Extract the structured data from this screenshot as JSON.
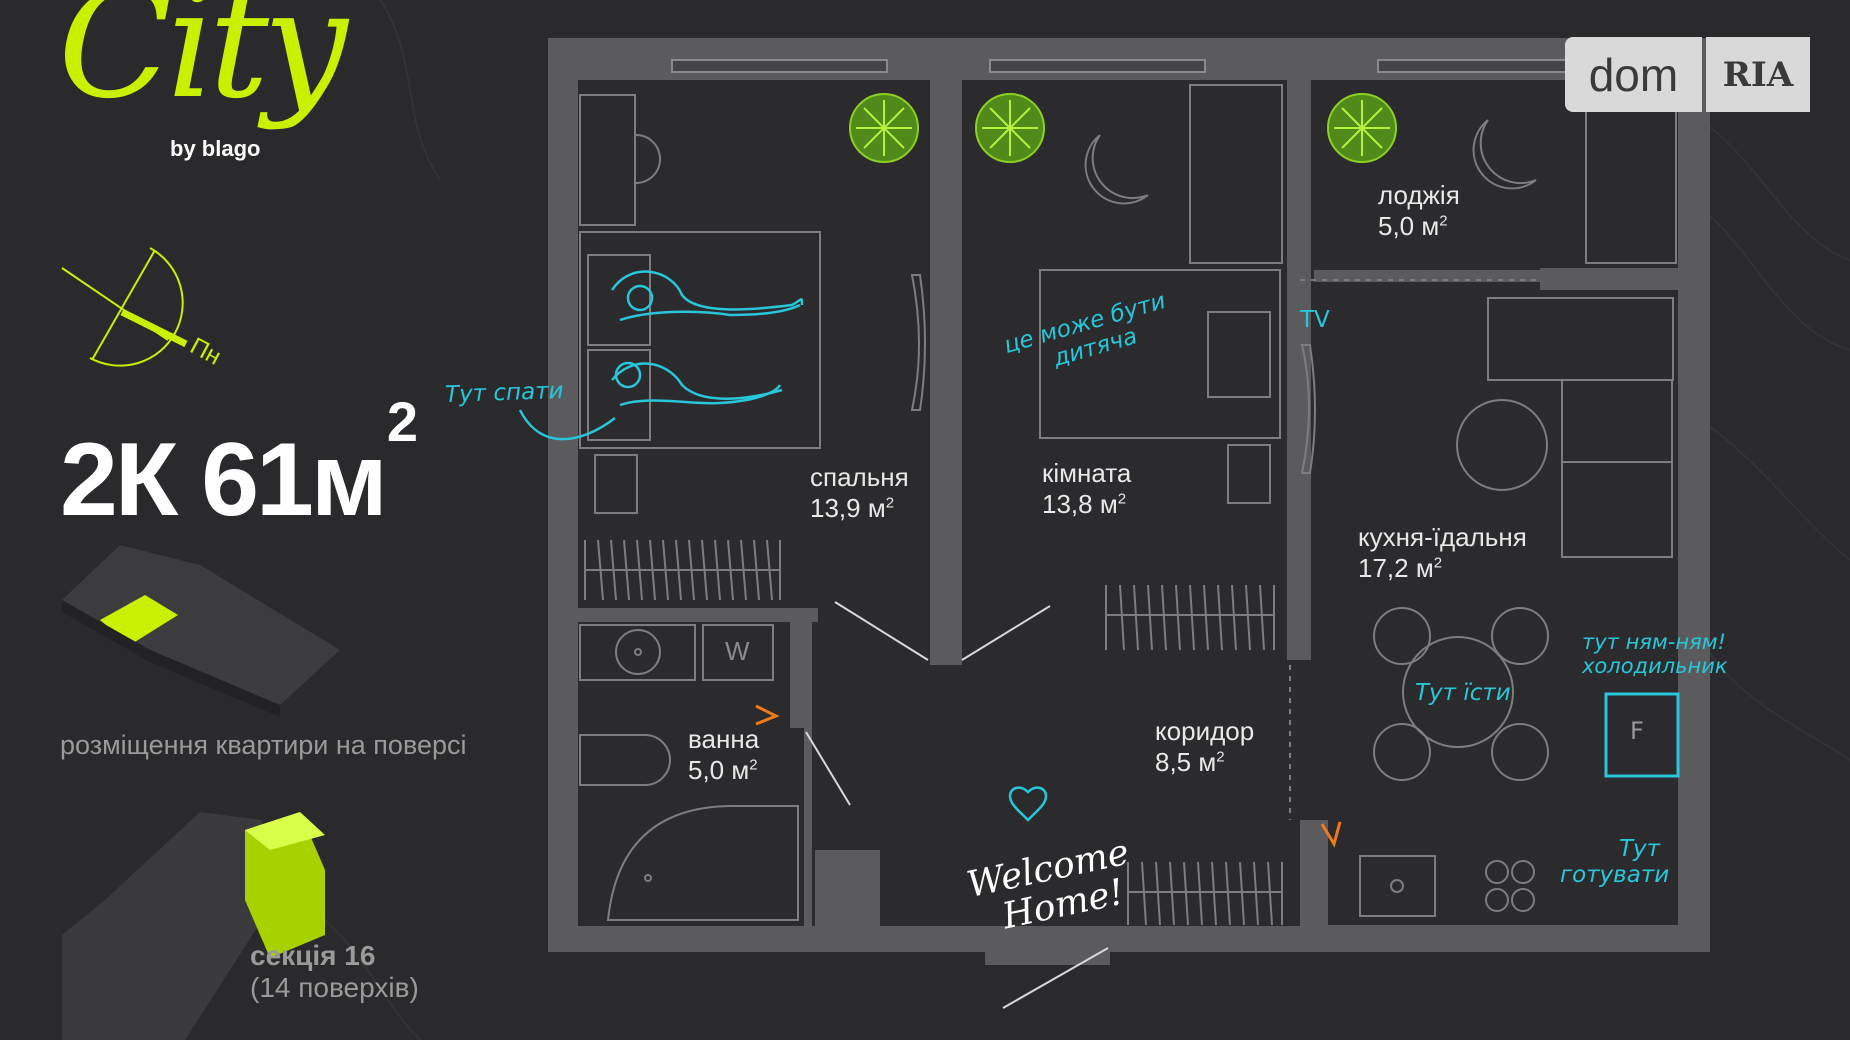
{
  "brand": {
    "logo_word": "City",
    "by_label": "by blago",
    "portal_dom": "dom",
    "portal_ria": "RIA"
  },
  "compass": {
    "north_label": "Пн"
  },
  "apartment": {
    "rooms_code": "2К 61м",
    "area_sup": "2"
  },
  "floor_position_label": "розміщення квартири на поверсі",
  "section": {
    "name": "секція 16",
    "floors": "(14 поверхів)"
  },
  "rooms": [
    {
      "id": "bedroom",
      "name": "спальня",
      "area": "13,9 м",
      "sup": "2"
    },
    {
      "id": "room",
      "name": "кімната",
      "area": "13,8 м",
      "sup": "2"
    },
    {
      "id": "loggia",
      "name": "лоджія",
      "area": "5,0 м",
      "sup": "2"
    },
    {
      "id": "kitchen",
      "name": "кухня-їдальня",
      "area": "17,2 м",
      "sup": "2"
    },
    {
      "id": "bath",
      "name": "ванна",
      "area": "5,0 м",
      "sup": "2"
    },
    {
      "id": "corridor",
      "name": "коридор",
      "area": "8,5 м",
      "sup": "2"
    }
  ],
  "notes": {
    "sleep": "Тут спати",
    "kids_line1": "це може бути",
    "kids_line2": "дитяча",
    "tv": "TV",
    "eat": "Тут їсти",
    "fridge_line1": "тут ням-ням!",
    "fridge_line2": "холодильник",
    "cook_line1": "Тут",
    "cook_line2": "готувати",
    "welcome_line1": "Welcome",
    "welcome_line2": "Home!"
  },
  "appliances": {
    "washer": "W",
    "fridge": "F"
  },
  "colors": {
    "accent": "#c8f000",
    "note": "#27c6d9",
    "wall": "#5b5b5d",
    "floor": "#2b2b2d",
    "background": "#2a2a2c"
  }
}
